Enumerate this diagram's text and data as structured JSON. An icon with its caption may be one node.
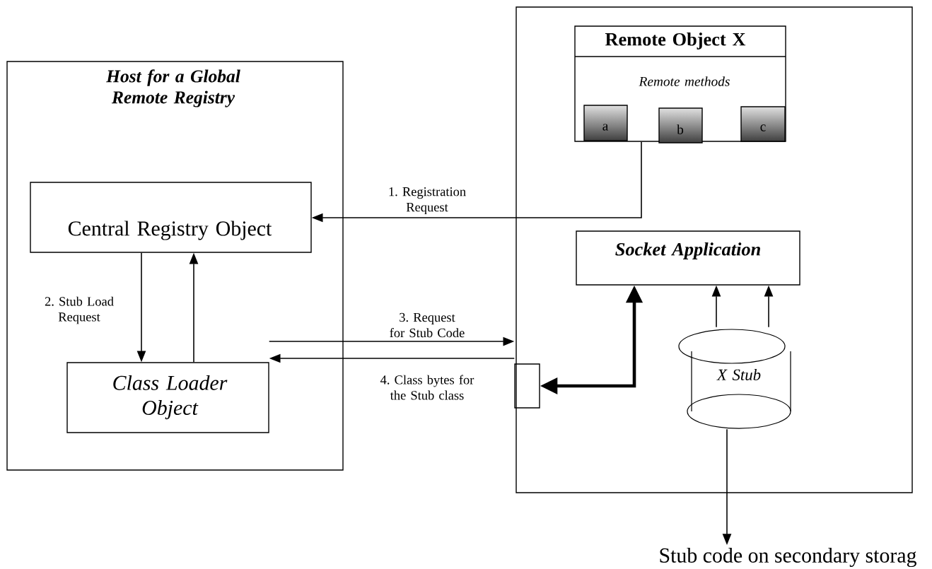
{
  "diagram": {
    "nodes": [
      {
        "text": [
          "Host for a Global Remote Registry"
        ]
      },
      {
        "text": [
          "Central Registry Object"
        ],
        "in": 0
      },
      {
        "text": [
          "Class Loader Object"
        ],
        "in": 0
      },
      {
        "text": [],
        "shape": "box"
      },
      {
        "text": [
          "Remote Object X",
          "Remote methods"
        ],
        "in": 3
      },
      {
        "text": [
          "a"
        ],
        "in": 4
      },
      {
        "text": [
          "b"
        ],
        "in": 4
      },
      {
        "text": [
          "c"
        ],
        "in": 4
      },
      {
        "text": [
          "Socket Application"
        ],
        "in": 3
      },
      {
        "text": [],
        "shape": "box",
        "in": 3
      },
      {
        "text": [
          "X Stub"
        ],
        "in": 3
      },
      {
        "text": [
          "Stub code on secondary storag"
        ]
      }
    ],
    "edges": [
      {
        "from": 4,
        "to": 1,
        "arrow": "to",
        "label": "1. Registration Request"
      },
      {
        "from": 1,
        "to": 2,
        "arrow": "to",
        "label": "2. Stub Load Request"
      },
      {
        "from": 2,
        "to": 1,
        "arrow": "to"
      },
      {
        "from": 2,
        "to": 9,
        "arrow": "to",
        "label": "3. Request for Stub Code"
      },
      {
        "from": 9,
        "to": 2,
        "arrow": "to",
        "label": "4. Class bytes for the Stub class"
      },
      {
        "from": 8,
        "to": 9,
        "arrow": "both",
        "style": "thick"
      },
      {
        "from": 10,
        "to": 8,
        "arrow": "to"
      },
      {
        "from": 10,
        "to": 8,
        "arrow": "to"
      },
      {
        "from": 10,
        "to": 11,
        "arrow": "to"
      }
    ]
  }
}
